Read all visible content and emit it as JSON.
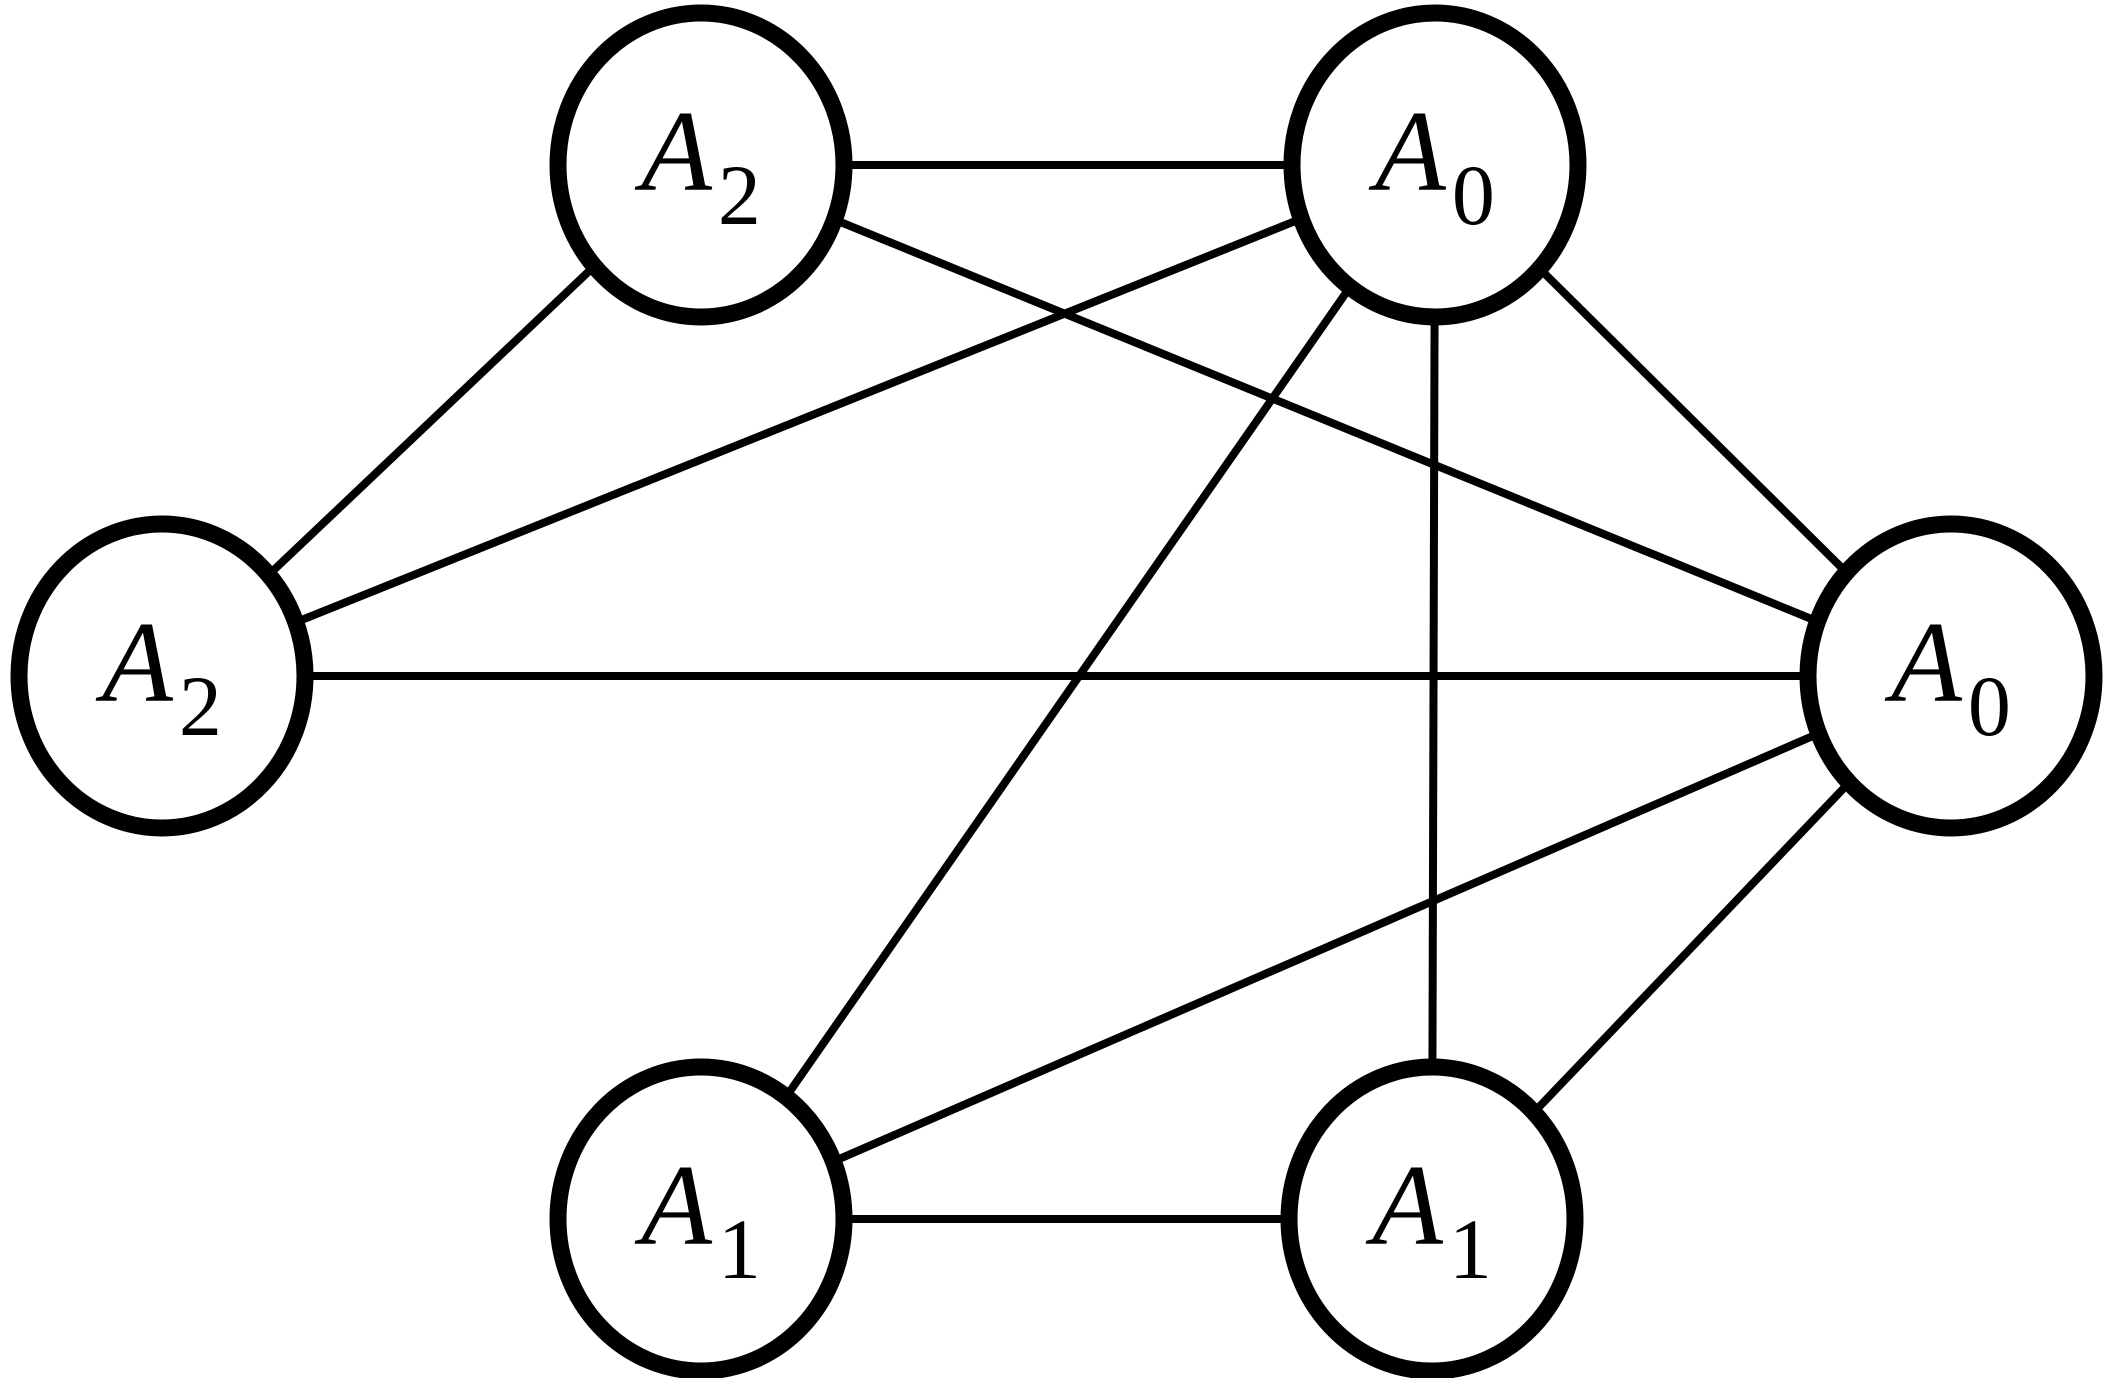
{
  "diagram": {
    "type": "graph",
    "nodes": [
      {
        "id": "n-top-left",
        "letter": "A",
        "subscript": "2"
      },
      {
        "id": "n-top-right",
        "letter": "A",
        "subscript": "0"
      },
      {
        "id": "n-mid-left",
        "letter": "A",
        "subscript": "2"
      },
      {
        "id": "n-mid-right",
        "letter": "A",
        "subscript": "0"
      },
      {
        "id": "n-bottom-left",
        "letter": "A",
        "subscript": "1"
      },
      {
        "id": "n-bottom-right",
        "letter": "A",
        "subscript": "1"
      }
    ],
    "edges": [
      [
        "n-top-left",
        "n-top-right"
      ],
      [
        "n-top-left",
        "n-mid-left"
      ],
      [
        "n-top-left",
        "n-mid-right"
      ],
      [
        "n-top-right",
        "n-mid-left"
      ],
      [
        "n-top-right",
        "n-mid-right"
      ],
      [
        "n-top-right",
        "n-bottom-left"
      ],
      [
        "n-top-right",
        "n-bottom-right"
      ],
      [
        "n-mid-left",
        "n-mid-right"
      ],
      [
        "n-mid-right",
        "n-bottom-left"
      ],
      [
        "n-mid-right",
        "n-bottom-right"
      ],
      [
        "n-bottom-left",
        "n-bottom-right"
      ]
    ]
  },
  "colors": {
    "line": "#000000",
    "node_fill": "#ffffff",
    "background": "#ffffff"
  }
}
